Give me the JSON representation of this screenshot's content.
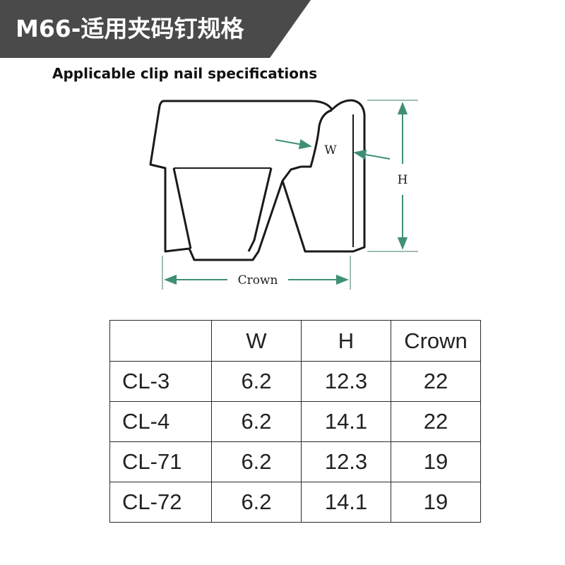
{
  "banner": {
    "title": "M66-适用夹码钉规格",
    "bg_color": "#4a4a4a"
  },
  "subtitle": "Applicable clip nail specifications",
  "diagram": {
    "labels": {
      "w": "W",
      "h": "H",
      "crown": "Crown"
    },
    "dimension_color": "#3f8f78"
  },
  "table": {
    "headers": [
      "",
      "W",
      "H",
      "Crown"
    ],
    "rows": [
      [
        "CL-3",
        "6.2",
        "12.3",
        "22"
      ],
      [
        "CL-4",
        "6.2",
        "14.1",
        "22"
      ],
      [
        "CL-71",
        "6.2",
        "12.3",
        "19"
      ],
      [
        "CL-72",
        "6.2",
        "14.1",
        "19"
      ]
    ]
  }
}
